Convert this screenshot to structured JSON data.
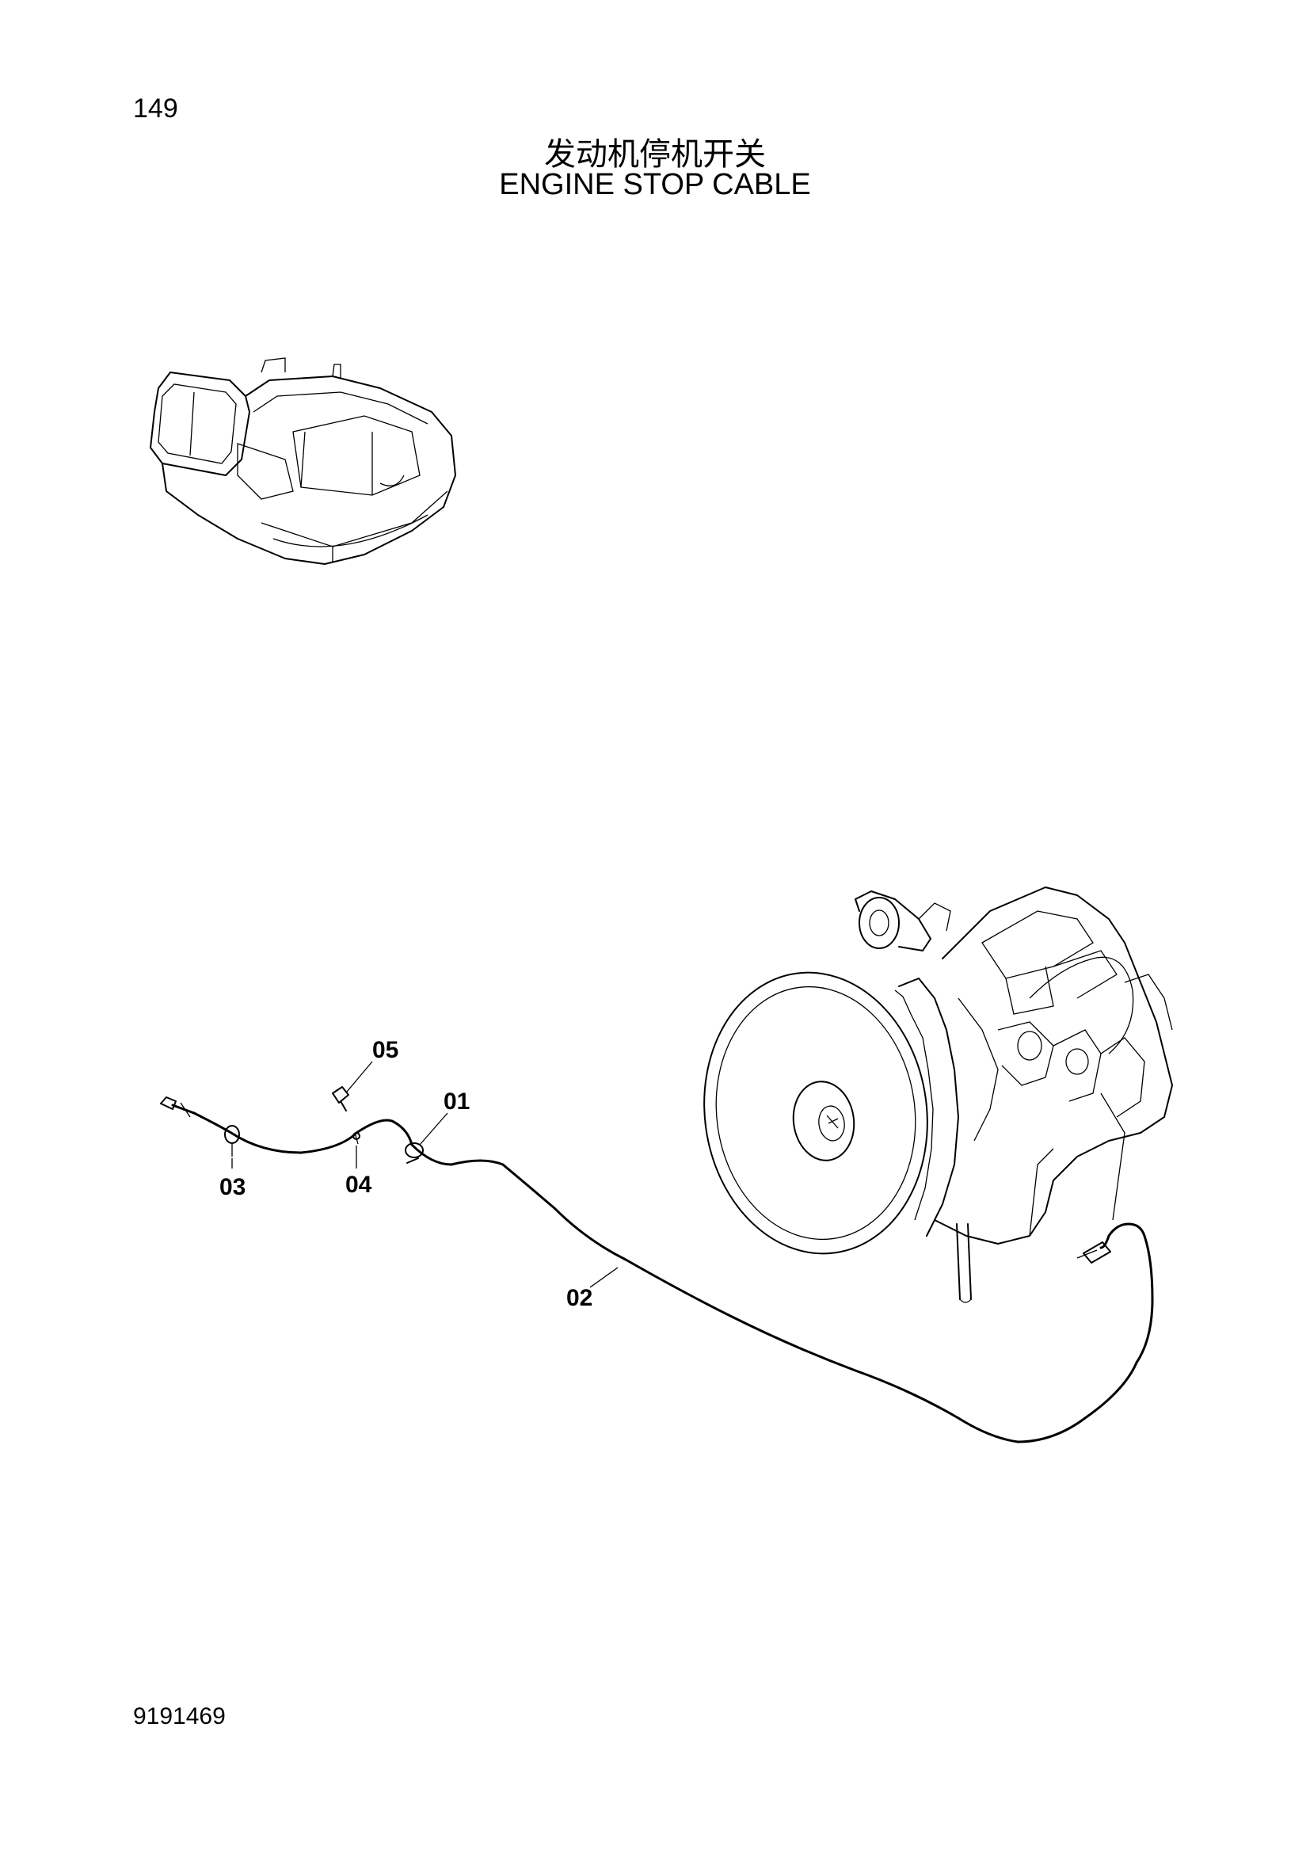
{
  "page": {
    "number": "149",
    "title_cn": "发动机停机开关",
    "title_en": "ENGINE STOP CABLE",
    "document_number": "9191469"
  },
  "callouts": {
    "c01": "01",
    "c02": "02",
    "c03": "03",
    "c04": "04",
    "c05": "05"
  }
}
